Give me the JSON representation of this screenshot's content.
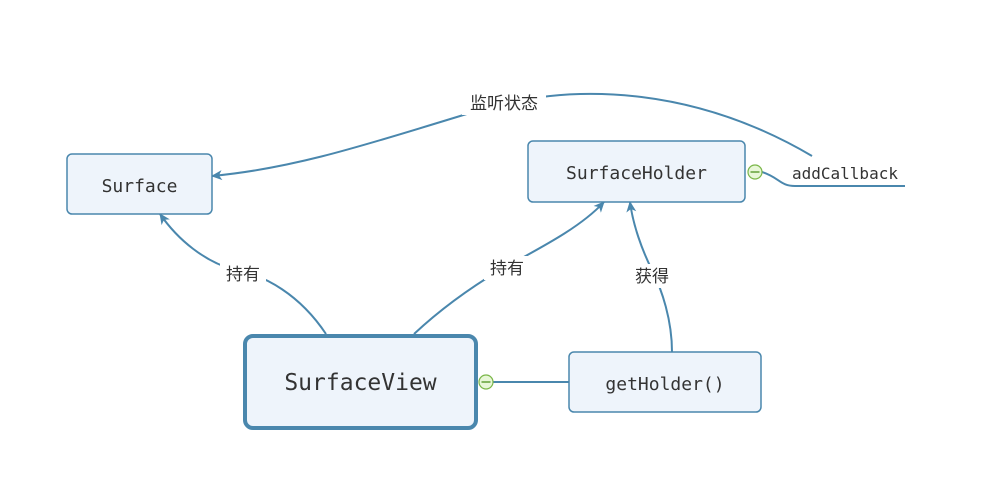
{
  "nodes": {
    "surface": {
      "label": "Surface"
    },
    "surface_holder": {
      "label": "SurfaceHolder"
    },
    "surface_view": {
      "label": "SurfaceView"
    },
    "get_holder": {
      "label": "getHolder()"
    },
    "add_callback": {
      "label": "addCallback"
    }
  },
  "edges": {
    "listen_state": {
      "label": "监听状态"
    },
    "view_holds_surface": {
      "label": "持有"
    },
    "view_holds_holder": {
      "label": "持有"
    },
    "obtain": {
      "label": "获得"
    }
  },
  "colors": {
    "stroke": "#4a87ad",
    "fill": "#eef4fb",
    "collapse": "#7ab648"
  },
  "icons": {
    "collapse": "minus-circle-icon"
  }
}
